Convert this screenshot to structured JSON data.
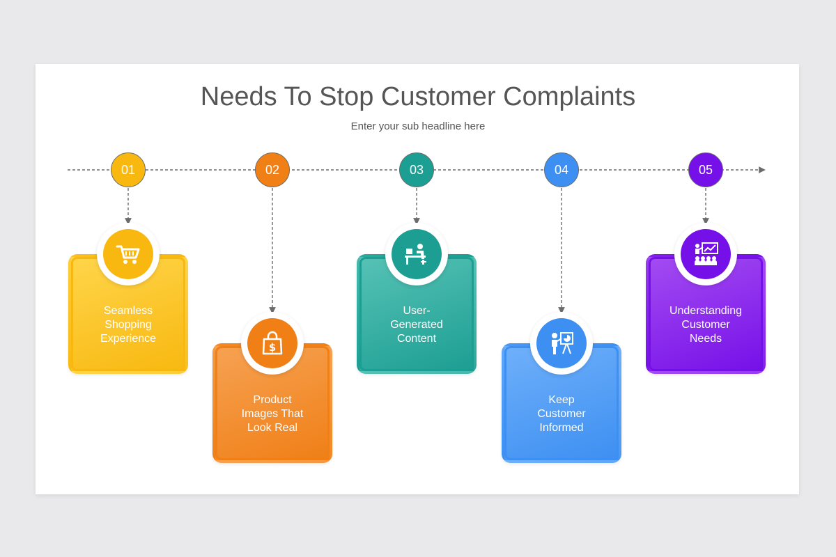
{
  "title": "Needs To Stop Customer Complaints",
  "subtitle": "Enter your sub headline here",
  "steps": [
    {
      "number": "01",
      "label": "Seamless\nShopping\nExperience",
      "icon": "shopping-cart-icon",
      "color": "#f8b810",
      "light": "#ffd54a",
      "card_position": "upper"
    },
    {
      "number": "02",
      "label": "Product\nImages That\nLook Real",
      "icon": "shopping-bag-dollar-icon",
      "color": "#f07f16",
      "light": "#f6a253",
      "card_position": "lower"
    },
    {
      "number": "03",
      "label": "User-\nGenerated\nContent",
      "icon": "person-at-desk-icon",
      "color": "#1c9e92",
      "light": "#57c2b6",
      "card_position": "upper"
    },
    {
      "number": "04",
      "label": "Keep\nCustomer\nInformed",
      "icon": "presenter-with-board-icon",
      "color": "#3d8ff2",
      "light": "#6fb0fa",
      "card_position": "lower"
    },
    {
      "number": "05",
      "label": "Understanding\nCustomer\nNeeds",
      "icon": "audience-presentation-icon",
      "color": "#7610e8",
      "light": "#a44cf2",
      "card_position": "upper"
    }
  ]
}
